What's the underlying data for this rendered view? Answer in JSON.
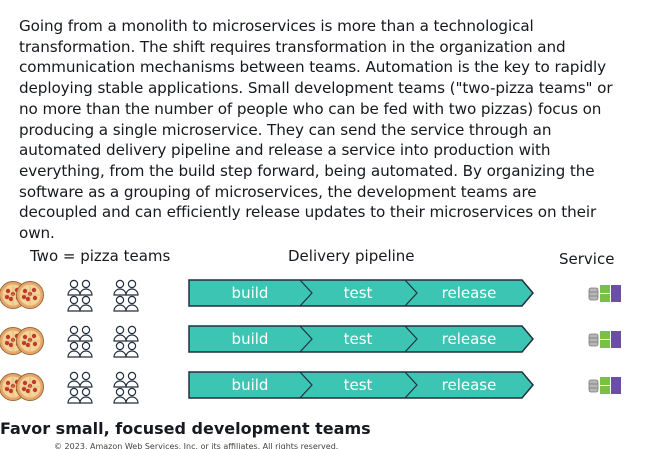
{
  "paragraph": "Going from a monolith to microservices is more than a technological transformation. The shift requires transformation in the organization and communication mechanisms between teams. Automation is the key to rapidly deploying stable applications. Small development teams (\"two-pizza teams\" or no more than the number of people who can be fed with two pizzas) focus on producing a single microservice. They can send the service through an automated delivery pipeline and release a service into production with everything, from the build step forward, being automated. By organizing the software as a grouping of microservices, the development teams are decoupled and can efficiently release updates to their microservices on their own.",
  "headers": {
    "teams": "Two = pizza teams",
    "pipeline": "Delivery pipeline",
    "service": "Service"
  },
  "pipelines": [
    {
      "stages": [
        "build",
        "test",
        "release"
      ]
    },
    {
      "stages": [
        "build",
        "test",
        "release"
      ]
    },
    {
      "stages": [
        "build",
        "test",
        "release"
      ]
    }
  ],
  "icons": {
    "pizza": "pizza-icon",
    "team": "people-group-icon",
    "service": "service-blocks-icon"
  },
  "colors": {
    "pipeline_fill": "#3dc5b4",
    "pipeline_stroke": "#232f3e",
    "pizza_crust": "#e8a76a",
    "pepperoni": "#c0392b",
    "service_green": "#7ac143",
    "service_purple": "#6b4fa0",
    "service_gray": "#b7b7b7"
  },
  "footer": "Favor small, focused development teams",
  "copyright": "© 2023, Amazon Web Services, Inc. or its affiliates. All rights reserved."
}
